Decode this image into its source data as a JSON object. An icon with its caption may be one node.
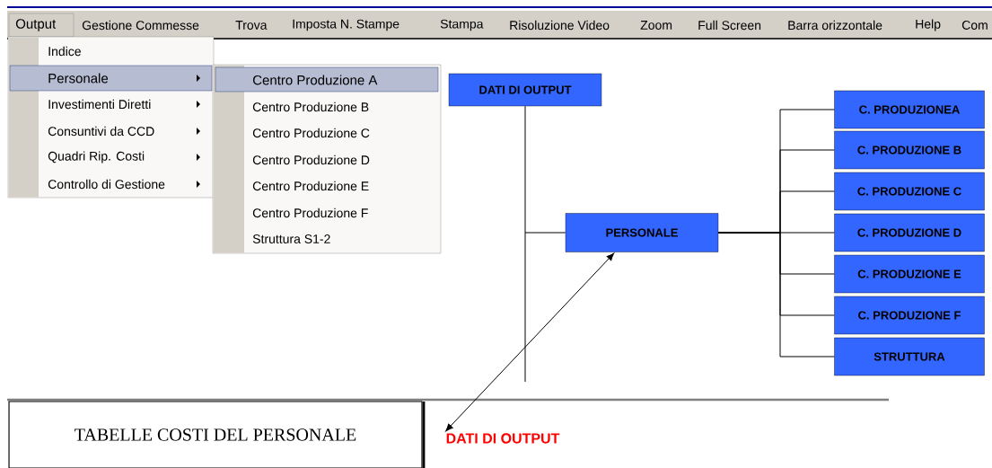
{
  "diagram": {
    "nodes": [
      {
        "text": [
          "DATI DI OUTPUT"
        ]
      },
      {
        "text": [
          "PERSONALE"
        ]
      },
      {
        "text": [
          "C. PRODUZIONEA"
        ]
      },
      {
        "text": [
          "C. PRODUZIONE B"
        ]
      },
      {
        "text": [
          "C. PRODUZIONE C"
        ]
      },
      {
        "text": [
          "C. PRODUZIONE D"
        ]
      },
      {
        "text": [
          "C. PRODUZIONE E"
        ]
      },
      {
        "text": [
          "C. PRODUZIONE F"
        ]
      },
      {
        "text": [
          "STRUTTURA"
        ]
      },
      {
        "text": [
          "TABELLE COSTI DEL PERSONALE"
        ]
      },
      {
        "text": [
          "DATI DI OUTPUT"
        ]
      }
    ],
    "edges": [
      {
        "from": 0,
        "to": 1,
        "arrow": "none"
      },
      {
        "from": 1,
        "to": 2,
        "arrow": "none"
      },
      {
        "from": 1,
        "to": 3,
        "arrow": "none"
      },
      {
        "from": 1,
        "to": 4,
        "arrow": "none"
      },
      {
        "from": 1,
        "to": 5,
        "arrow": "none"
      },
      {
        "from": 1,
        "to": 6,
        "arrow": "none"
      },
      {
        "from": 1,
        "to": 7,
        "arrow": "none"
      },
      {
        "from": 1,
        "to": 8,
        "arrow": "none"
      },
      {
        "from": 1,
        "to": 10,
        "arrow": "both"
      }
    ],
    "labels": [
      "Output",
      "Gestione Commesse",
      "Trova",
      "Imposta N. Stampe",
      "Stampa",
      "Risoluzione Video",
      "Zoom",
      "Full Screen",
      "Barra orizzontale",
      "Help",
      "Com",
      "Indice",
      "Personale",
      "Investimenti Diretti",
      "Consuntivi da CCD",
      "Quadri Rip. Costi",
      "Controllo di Gestione",
      "Centro Produzione A",
      "Centro Produzione B",
      "Centro Produzione C",
      "Centro Produzione D",
      "Centro Produzione E",
      "Centro Produzione F",
      "Struttura S1-2"
    ]
  }
}
